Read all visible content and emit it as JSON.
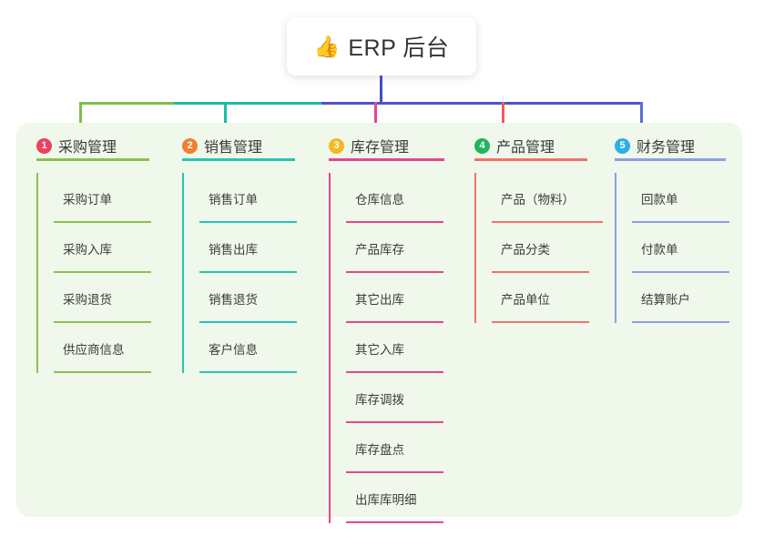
{
  "root": {
    "emoji": "👍",
    "emoji_name": "thumbs-up-icon",
    "title": "ERP 后台"
  },
  "palette": {
    "panel_bg": "#eff8ea",
    "page_bg": "#ffffff",
    "stem": "#4250c0",
    "bus_left": "#7fbd4c",
    "bus_mid": "#16bfa4",
    "bus_right": "#5351c4"
  },
  "columns": [
    {
      "number": "1",
      "title": "采购管理",
      "badge_color": "#ef4060",
      "line_color": "#8cc152",
      "rule_width": 124,
      "items": [
        {
          "label": "采购订单"
        },
        {
          "label": "采购入库"
        },
        {
          "label": "采购退货"
        },
        {
          "label": "供应商信息"
        }
      ]
    },
    {
      "number": "2",
      "title": "销售管理",
      "badge_color": "#f0802f",
      "line_color": "#25c6b4",
      "rule_width": 124,
      "items": [
        {
          "label": "销售订单"
        },
        {
          "label": "销售出库"
        },
        {
          "label": "销售退货"
        },
        {
          "label": "客户信息"
        }
      ]
    },
    {
      "number": "3",
      "title": "库存管理",
      "badge_color": "#f5b824",
      "line_color": "#e8458f",
      "rule_width": 127,
      "items": [
        {
          "label": "仓库信息"
        },
        {
          "label": "产品库存"
        },
        {
          "label": "其它出库"
        },
        {
          "label": "其它入库"
        },
        {
          "label": "库存调拨"
        },
        {
          "label": "库存盘点"
        },
        {
          "label": "出库库明细"
        }
      ]
    },
    {
      "number": "4",
      "title": "产品管理",
      "badge_color": "#22b35e",
      "line_color": "#f4706b",
      "rule_width": 124,
      "items": [
        {
          "label": "产品（物料）",
          "wide": true
        },
        {
          "label": "产品分类"
        },
        {
          "label": "产品单位"
        }
      ]
    },
    {
      "number": "5",
      "title": "财务管理",
      "badge_color": "#29b0e8",
      "line_color": "#8d9fe0",
      "rule_width": 122,
      "items": [
        {
          "label": "回款单"
        },
        {
          "label": "付款单"
        },
        {
          "label": "结算账户"
        }
      ]
    }
  ]
}
